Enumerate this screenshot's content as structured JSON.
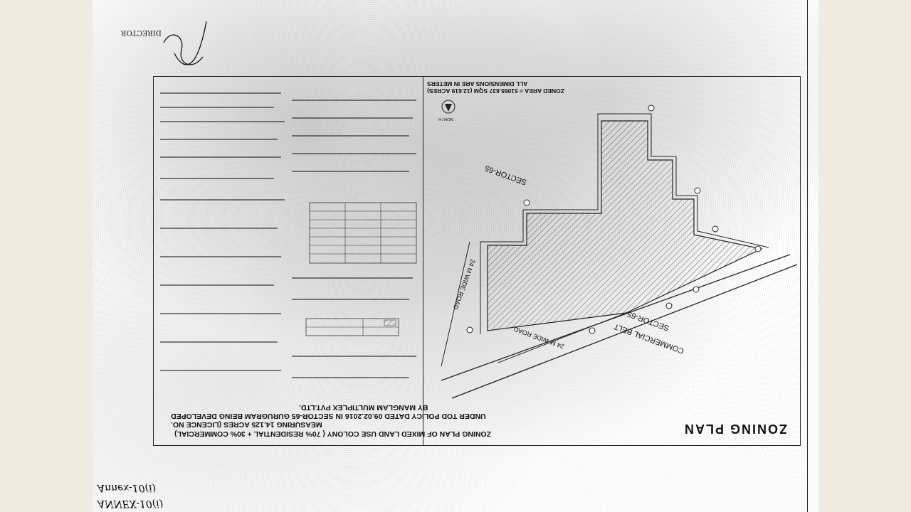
{
  "document": {
    "plan_title": "ZONING PLAN",
    "description": [
      "ZONING PLAN OF MIXED LAND USE COLONY ( 70% RESIDENTIAL + 30% COMMERCIAL)",
      "MEASURING 14.125 ACRES (LICENCE NO.",
      "UNDER TOD POLICY DATED 09.02.2016 IN SECTOR-65 GURUGRAM BEING DEVELOPED",
      "BY MANGLAM MULTIPLEX PVT.LTD."
    ],
    "zoned_area": "ZONED AREA = 51065.637 SQM (12.619 ACRES)",
    "dimension_note": "ALL DIMENSIONS ARE IN METERS",
    "north_label": "NORTH",
    "labels": {
      "sector_top": "SECTOR-65",
      "road_left": "24 M WIDE ROAD",
      "road_bottom": "24 M WIDE ROAD",
      "commercial_belt": "COMMERCIAL BELT",
      "sector_bottom": "SECTOR-65"
    },
    "signature_text": "DIRECTOR",
    "annex_marks": [
      "Annex-10(i)",
      "ANNEX-10(i)"
    ]
  }
}
